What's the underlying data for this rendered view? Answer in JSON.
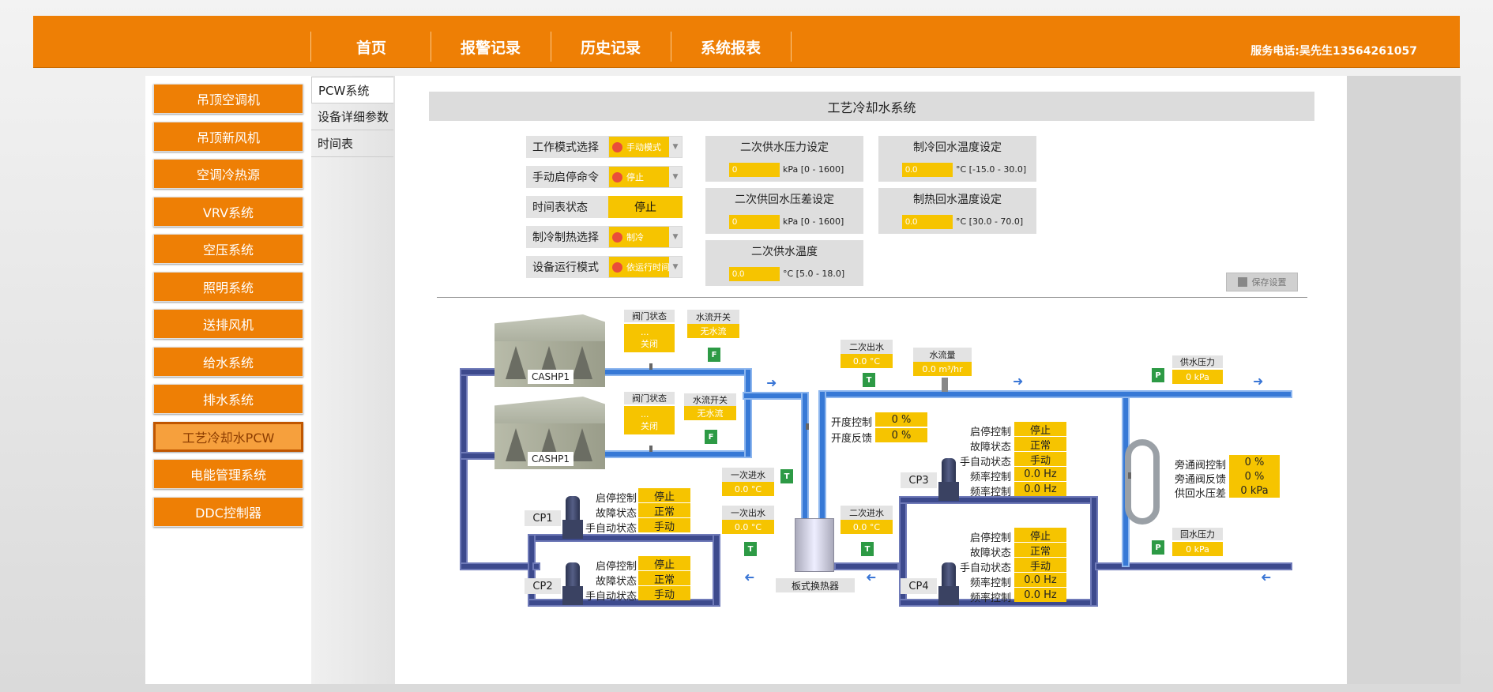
{
  "nav": {
    "items": [
      "首页",
      "报警记录",
      "历史记录",
      "系统报表"
    ],
    "phone": "服务电话:吴先生13564261057"
  },
  "sidebar": {
    "items": [
      "吊顶空调机",
      "吊顶新风机",
      "空调冷热源",
      "VRV系统",
      "空压系统",
      "照明系统",
      "送排风机",
      "给水系统",
      "排水系统",
      "工艺冷却水PCW",
      "电能管理系统",
      "DDC控制器"
    ],
    "active_index": 9
  },
  "tabs": {
    "items": [
      "PCW系统",
      "设备详细参数",
      "时间表"
    ],
    "active_index": 0
  },
  "page": {
    "title": "工艺冷却水系统"
  },
  "params": {
    "mode_label": "工作模式选择",
    "mode_value": "手动模式",
    "cmd_label": "手动启停命令",
    "cmd_value": "停止",
    "sched_label": "时间表状态",
    "sched_value": "停止",
    "coolheat_label": "制冷制热选择",
    "coolheat_value": "制冷",
    "run_label": "设备运行模式",
    "run_value": "依运行时间"
  },
  "settings": {
    "s1": {
      "title": "二次供水压力设定",
      "value": "0",
      "unit": "kPa [0 - 1600]"
    },
    "s2": {
      "title": "二次供回水压差设定",
      "value": "0",
      "unit": "kPa [0 - 1600]"
    },
    "s3": {
      "title": "二次供水温度",
      "value": "0.0",
      "unit": "°C [5.0 - 18.0]"
    },
    "s4": {
      "title": "制冷回水温度设定",
      "value": "0.0",
      "unit": "°C [-15.0 - 30.0]"
    },
    "s5": {
      "title": "制热回水温度设定",
      "value": "0.0",
      "unit": "°C [30.0 - 70.0]"
    },
    "save_label": "保存设置"
  },
  "diagram": {
    "chillers": [
      {
        "name": "CASHP1",
        "valve_label": "阀门状态",
        "valve_v1": "...",
        "valve_v2": "关闭",
        "flow_label": "水流开关",
        "flow_value": "无水流",
        "sensor": "F"
      },
      {
        "name": "CASHP1",
        "valve_label": "阀门状态",
        "valve_v1": "...",
        "valve_v2": "关闭",
        "flow_label": "水流开关",
        "flow_value": "无水流",
        "sensor": "F"
      }
    ],
    "secondary_out": {
      "label": "二次出水",
      "value": "0.0 °C"
    },
    "flow": {
      "label": "水流量",
      "value": "0.0 m³/hr"
    },
    "supply_pressure": {
      "label": "供水压力",
      "value": "0 kPa"
    },
    "return_pressure": {
      "label": "回水压力",
      "value": "0 kPa"
    },
    "primary_in": {
      "label": "一次进水",
      "value": "0.0 °C"
    },
    "primary_out": {
      "label": "一次出水",
      "value": "0.0 °C"
    },
    "secondary_in": {
      "label": "二次进水",
      "value": "0.0 °C"
    },
    "hx_label": "板式换热器",
    "valve_ctrl": {
      "open_label": "开度控制",
      "open_value": "0 %",
      "fb_label": "开度反馈",
      "fb_value": "0 %"
    },
    "bypass": {
      "ctrl_label": "旁通阀控制",
      "ctrl_value": "0 %",
      "fb_label": "旁通阀反馈",
      "fb_value": "0 %",
      "dp_label": "供回水压差",
      "dp_value": "0 kPa"
    },
    "status_labels": {
      "start": "启停控制",
      "fault": "故障状态",
      "auto": "手自动状态",
      "freqctrl": "频率控制",
      "freqfb": "频率控制"
    },
    "pumps": {
      "cp1": {
        "name": "CP1",
        "start": "停止",
        "fault": "正常",
        "auto": "手动"
      },
      "cp2": {
        "name": "CP2",
        "start": "停止",
        "fault": "正常",
        "auto": "手动"
      },
      "cp3": {
        "name": "CP3",
        "start": "停止",
        "fault": "正常",
        "auto": "手动",
        "freqctrl": "0.0 Hz",
        "freqfb": "0.0 Hz"
      },
      "cp4": {
        "name": "CP4",
        "start": "停止",
        "fault": "正常",
        "auto": "手动",
        "freqctrl": "0.0 Hz",
        "freqfb": "0.0 Hz"
      }
    },
    "sensors": {
      "t": "T",
      "p": "P"
    }
  },
  "colors": {
    "brand": "#ee7f05",
    "value_bg": "#f6c400",
    "pipe_supply": "#3779d6",
    "pipe_return": "#3d4a8d"
  },
  "icons": {
    "save": "save-icon",
    "sensor": "sensor-icon"
  }
}
